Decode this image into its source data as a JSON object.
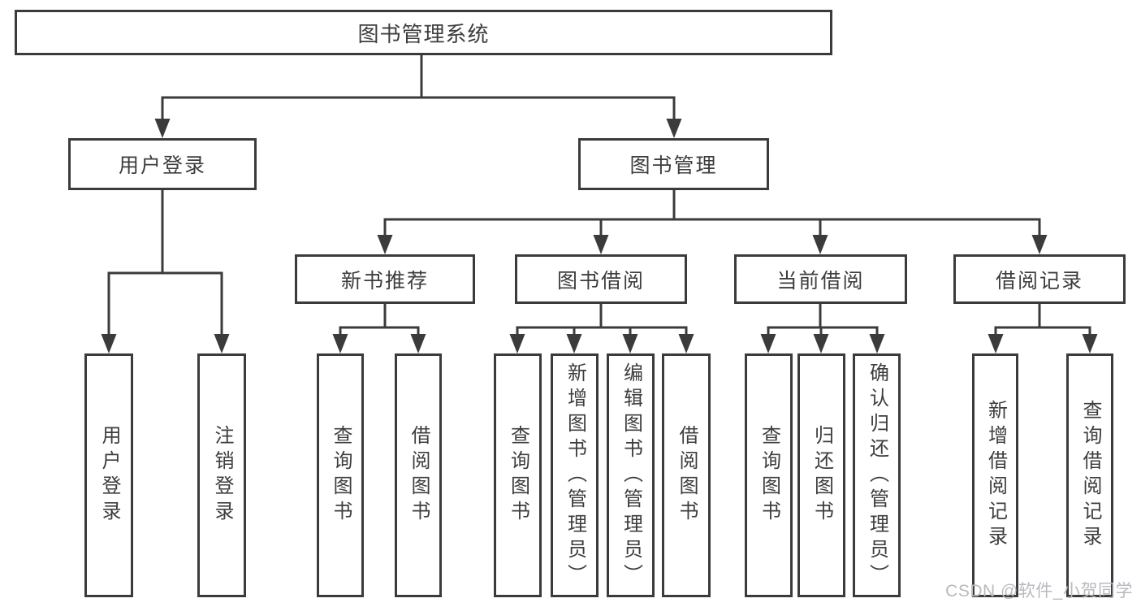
{
  "diagram": {
    "root": "图书管理系统",
    "branches": [
      {
        "label": "用户登录",
        "children": [
          {
            "label": "用户登录"
          },
          {
            "label": "注销登录"
          }
        ]
      },
      {
        "label": "图书管理",
        "groups": [
          {
            "label": "新书推荐",
            "children": [
              {
                "label": "查询图书"
              },
              {
                "label": "借阅图书"
              }
            ]
          },
          {
            "label": "图书借阅",
            "children": [
              {
                "label": "查询图书"
              },
              {
                "label": "新增图书（管理员）"
              },
              {
                "label": "编辑图书（管理员）"
              },
              {
                "label": "借阅图书"
              }
            ]
          },
          {
            "label": "当前借阅",
            "children": [
              {
                "label": "查询图书"
              },
              {
                "label": "归还图书"
              },
              {
                "label": "确认归还（管理员）"
              }
            ]
          },
          {
            "label": "借阅记录",
            "children": [
              {
                "label": "新增借阅记录"
              },
              {
                "label": "查询借阅记录"
              }
            ]
          }
        ]
      }
    ]
  },
  "watermark": {
    "text": "CSDN @软件_小贺同学"
  },
  "colors": {
    "line": "#3b3b3b",
    "text": "#3d3d3d",
    "watermark": "#b7babf",
    "background": "#ffffff"
  }
}
